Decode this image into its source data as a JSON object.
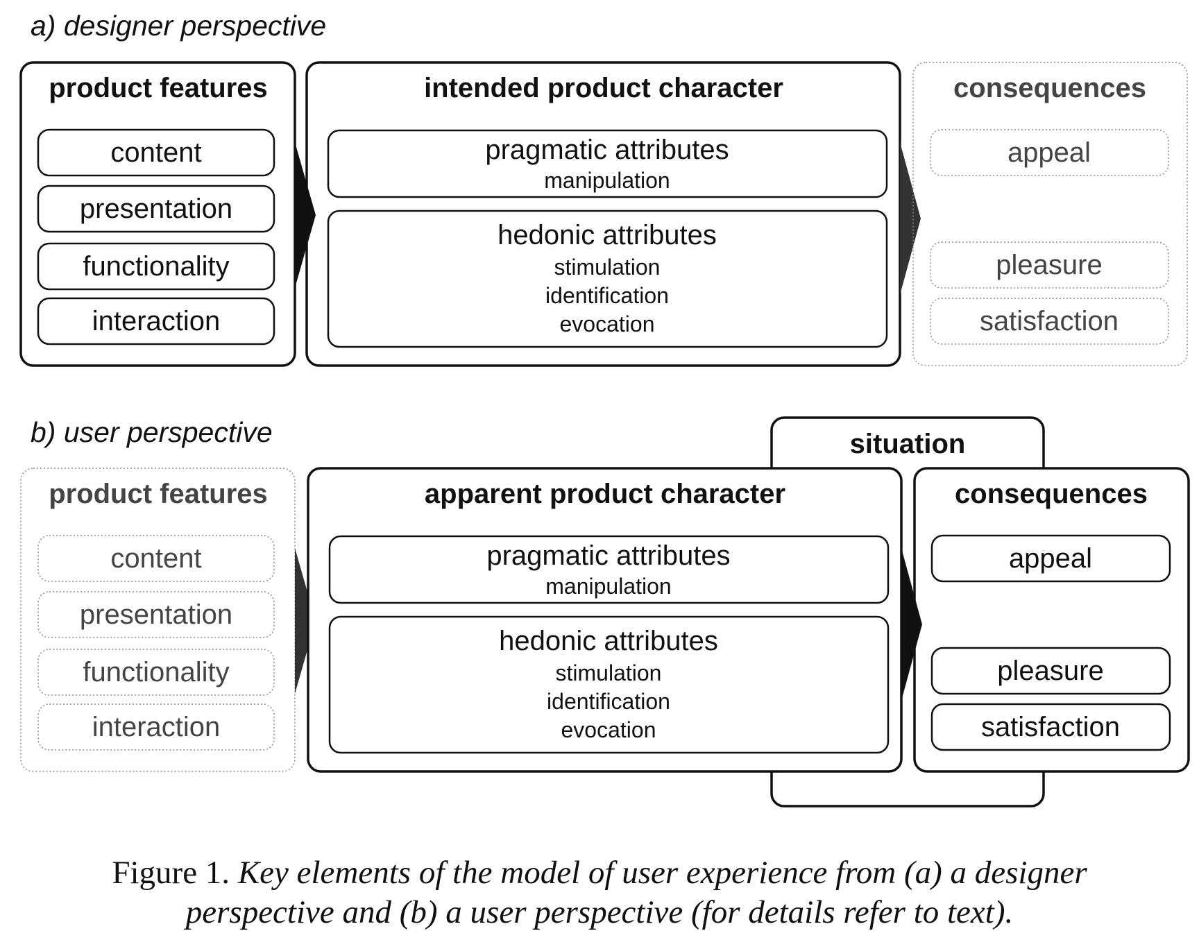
{
  "designer": {
    "label": "a) designer perspective",
    "features": {
      "title": "product features",
      "items": [
        "content",
        "presentation",
        "functionality",
        "interaction"
      ]
    },
    "character": {
      "title": "intended product character",
      "pragmatic": {
        "title": "pragmatic attributes",
        "items": [
          "manipulation"
        ]
      },
      "hedonic": {
        "title": "hedonic attributes",
        "items": [
          "stimulation",
          "identification",
          "evocation"
        ]
      }
    },
    "consequences": {
      "title": "consequences",
      "items": [
        "appeal",
        "pleasure",
        "satisfaction"
      ]
    }
  },
  "user": {
    "label": "b) user perspective",
    "situation": "situation",
    "features": {
      "title": "product features",
      "items": [
        "content",
        "presentation",
        "functionality",
        "interaction"
      ]
    },
    "character": {
      "title": "apparent product character",
      "pragmatic": {
        "title": "pragmatic attributes",
        "items": [
          "manipulation"
        ]
      },
      "hedonic": {
        "title": "hedonic attributes",
        "items": [
          "stimulation",
          "identification",
          "evocation"
        ]
      }
    },
    "consequences": {
      "title": "consequences",
      "items": [
        "appeal",
        "pleasure",
        "satisfaction"
      ]
    }
  },
  "caption": {
    "lead": "Figure 1.",
    "line1": "Key elements of the model of user experience from (a) a designer",
    "line2": "perspective and (b) a user perspective (for details refer to text)."
  },
  "colors": {
    "solid": "#111111",
    "faded": "#8a8a8a",
    "fadedText": "#4a4a4a",
    "arrow": "#111111",
    "arrowFaded": "#333333"
  }
}
